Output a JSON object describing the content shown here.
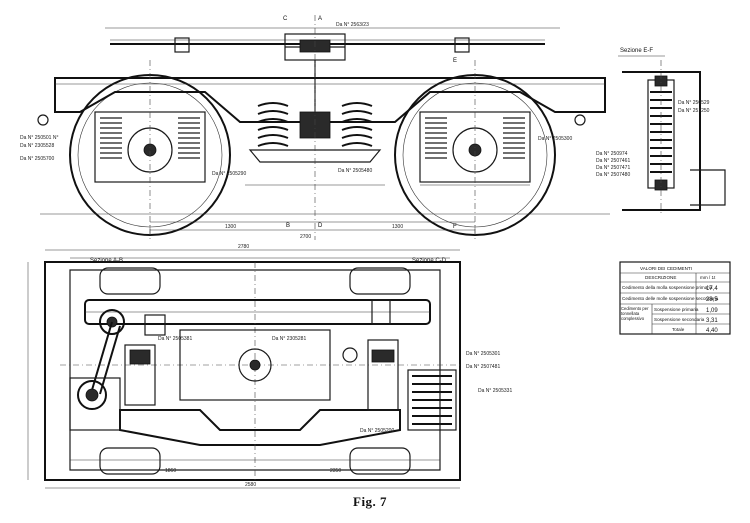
{
  "caption": "Fig. 7",
  "sections": {
    "ef": "Sezione  E-F",
    "ab": "Sezione  A-B",
    "cd": "Sezione  C-D"
  },
  "section_marks": {
    "a": "A",
    "b": "B",
    "c": "C",
    "d": "D",
    "e": "E",
    "f": "F"
  },
  "side_view_labels": [
    "Da N° 2563/23",
    "Da N° 250501 N°",
    "Da N° 2305528",
    "Da N° 2505700",
    "Da N° 2505290",
    "Da N° 2505480",
    "Da N° 2505300"
  ],
  "section_ef_labels": [
    "Da N° 250529",
    "Da N° 251250",
    "Da N° 250974",
    "Da N° 2507461",
    "Da N° 2507471",
    "Da N° 2507480"
  ],
  "plan_labels": [
    "Da N° 2505381",
    "Da N° 2305281",
    "Da N° 2505301",
    "Da N° 2507481",
    "Da N° 2505331",
    "Da N° 2505200"
  ],
  "dimensions": {
    "overall_top": "2780",
    "wheelbase": "2700",
    "half_left": "1300",
    "half_right": "1300",
    "bottom_plan": "2580",
    "plan_inner": "1860",
    "plan_total": "2350"
  },
  "table": {
    "title": "VALORI  DEI  CEDIMENTI",
    "head_desc": "DESCRIZIONE",
    "head_unit": "mm / 1t",
    "rows": [
      {
        "desc": "Cedimento della molla  sospensione primaria",
        "value": "17,4"
      },
      {
        "desc": "Cedimento delle molle  sospensione secondaria",
        "value": "28,5"
      }
    ],
    "group_label": "Cedimento per tonnellata complessivo",
    "group_rows": [
      {
        "desc": "Sospensione primaria",
        "value": "1,09"
      },
      {
        "desc": "Sospensione secondaria",
        "value": "3,31"
      },
      {
        "desc": "Totale",
        "value": "4,40"
      }
    ]
  }
}
